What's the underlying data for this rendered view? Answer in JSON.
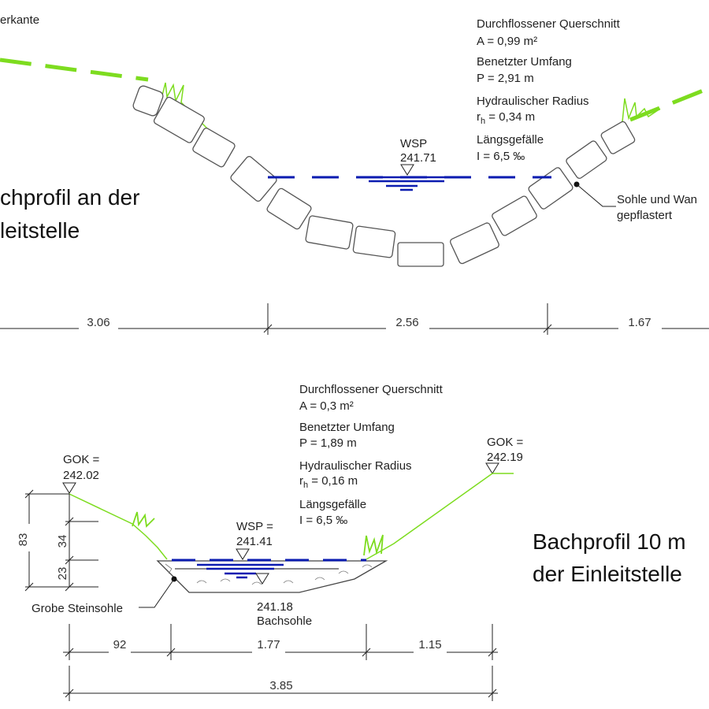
{
  "top_profile": {
    "label_edge": "erkante",
    "title_line1": "chprofil an der",
    "title_line2": "leitstelle",
    "wsp_label": "WSP",
    "wsp_value": "241.71",
    "callout_line1": "Sohle und Wan",
    "callout_line2": "gepflastert",
    "info": {
      "area_title": "Durchflossener Querschnitt",
      "area_value": "A = 0,99 m²",
      "perimeter_title": "Benetzter Umfang",
      "perimeter_value": "P = 2,91 m",
      "radius_title": "Hydraulischer Radius",
      "radius_symbol": "r",
      "radius_sub": "h",
      "radius_value": " = 0,34 m",
      "slope_title": "Längsgefälle",
      "slope_value": "I = 6,5 ‰"
    },
    "dimensions": [
      "3.06",
      "2.56",
      "1.67"
    ]
  },
  "bottom_profile": {
    "title_line1": "Bachprofil 10 m",
    "title_line2": "der Einleitstelle",
    "gok_left_label": "GOK =",
    "gok_left_value": "242.02",
    "gok_right_label": "GOK =",
    "gok_right_value": "242.19",
    "wsp_label": "WSP =",
    "wsp_value": "241.41",
    "bed_value": "241.18",
    "bed_label": "Bachsohle",
    "callout": "Grobe Steinsohle",
    "info": {
      "area_title": "Durchflossener Querschnitt",
      "area_value": "A = 0,3 m²",
      "perimeter_title": "Benetzter Umfang",
      "perimeter_value": "P = 1,89 m",
      "radius_title": "Hydraulischer Radius",
      "radius_symbol": "r",
      "radius_sub": "h",
      "radius_value": " = 0,16 m",
      "slope_title": "Längsgefälle",
      "slope_value": "I = 6,5 ‰"
    },
    "vertical_dimensions": [
      "83",
      "34",
      "23"
    ],
    "horizontal_dimensions": [
      "92",
      "1.77",
      "1.15"
    ],
    "total_width": "3.85"
  },
  "colors": {
    "grass": "#7ddc1f",
    "water": "#0a1bb0",
    "lines": "#222222"
  }
}
